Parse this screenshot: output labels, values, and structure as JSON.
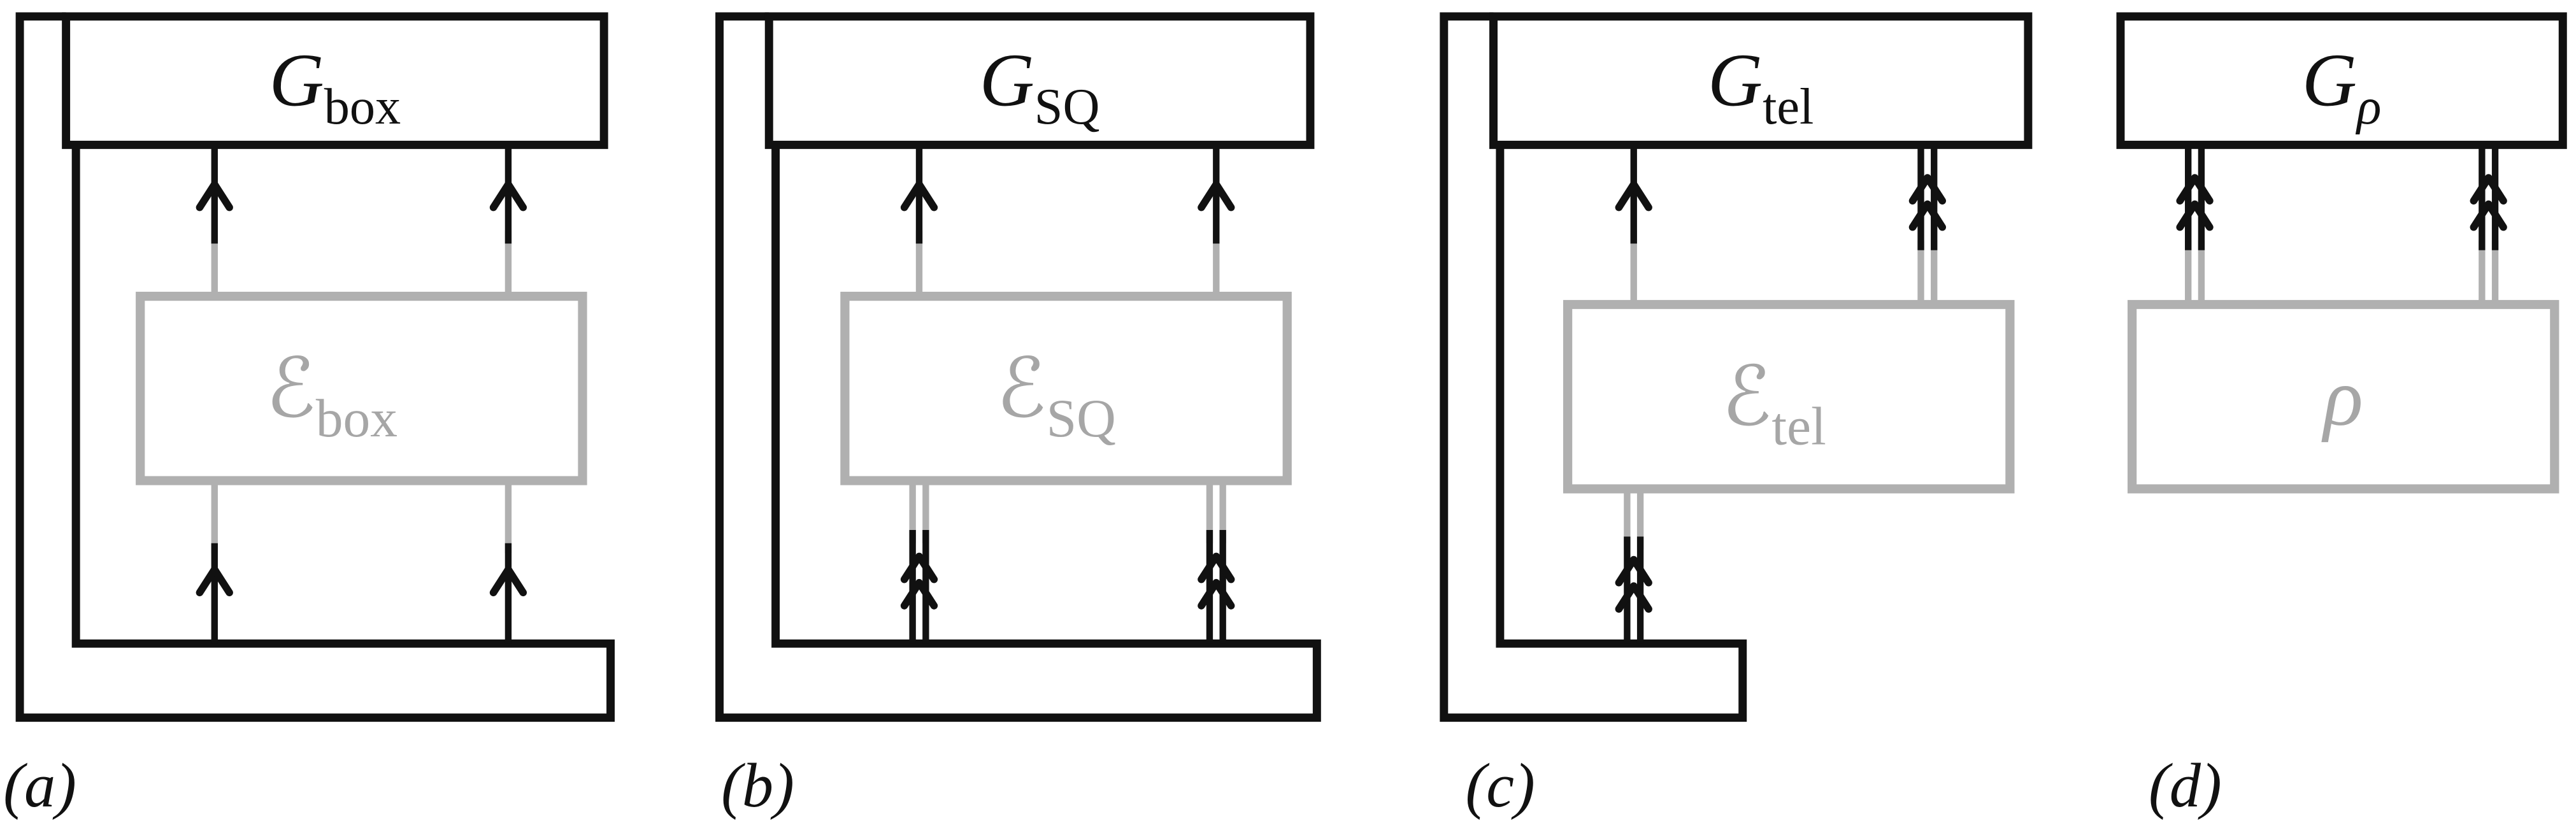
{
  "figure": {
    "background": "#ffffff",
    "colors": {
      "ink": "#111111",
      "muted_gray": "#b0b0b0",
      "label_gray": "#a6a6a6"
    },
    "panels": [
      {
        "caption": "(a)",
        "gate": {
          "main": "G",
          "sub": "box"
        },
        "inner": {
          "main": "ℰ",
          "sub": "box"
        }
      },
      {
        "caption": "(b)",
        "gate": {
          "main": "G",
          "sub": "SQ"
        },
        "inner": {
          "main": "ℰ",
          "sub": "SQ"
        }
      },
      {
        "caption": "(c)",
        "gate": {
          "main": "G",
          "sub": "tel"
        },
        "inner": {
          "main": "ℰ",
          "sub": "tel"
        }
      },
      {
        "caption": "(d)",
        "gate": {
          "main": "G",
          "sub": "ρ"
        },
        "inner": {
          "main": "ρ",
          "sub": ""
        }
      }
    ]
  }
}
